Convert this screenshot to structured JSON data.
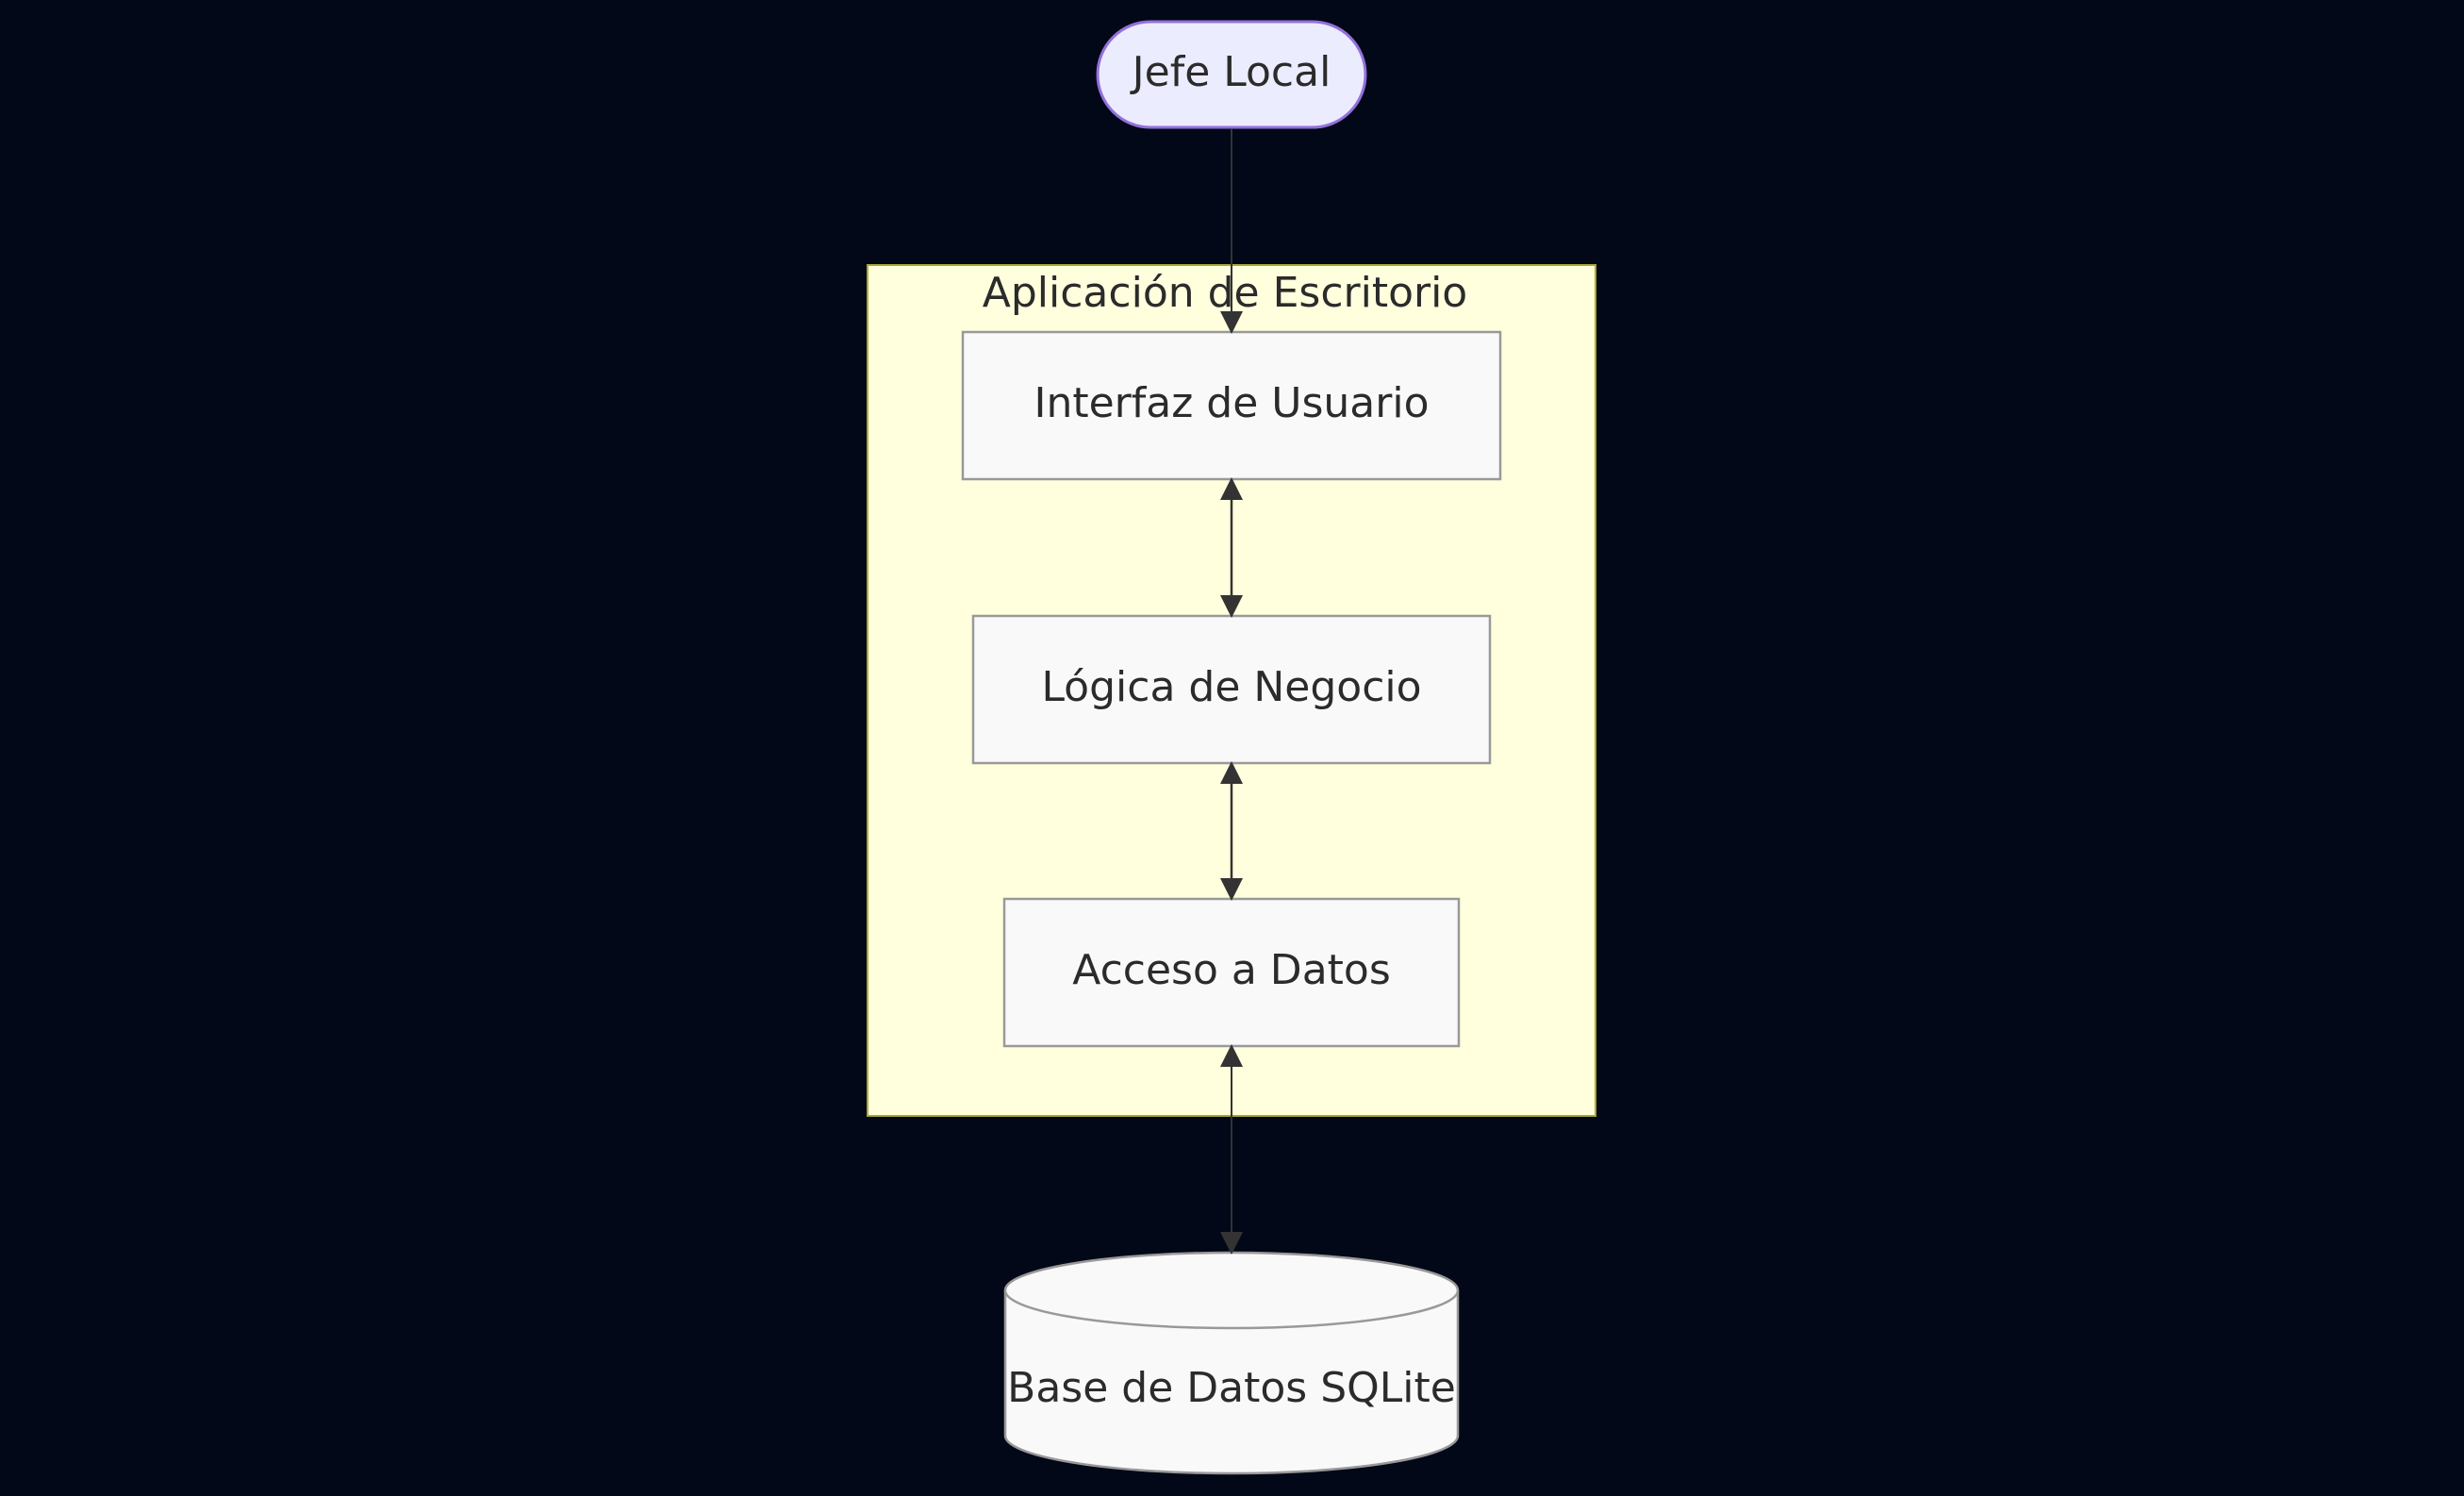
{
  "diagram": {
    "actor": {
      "label": "Jefe Local"
    },
    "group": {
      "label": "Aplicación de Escritorio"
    },
    "nodes": {
      "ui": {
        "label": "Interfaz de Usuario"
      },
      "logic": {
        "label": "Lógica de Negocio"
      },
      "data_access": {
        "label": "Acceso a Datos"
      },
      "database": {
        "label": "Base de Datos SQLite"
      }
    },
    "colors": {
      "background": "#020817",
      "actor_fill": "#ECECFF",
      "actor_stroke": "#9370DB",
      "group_fill": "#FFFFDE",
      "group_stroke": "#AAAA33",
      "node_fill": "#F9F9F9",
      "node_stroke": "#999999",
      "edge": "#333333"
    }
  }
}
